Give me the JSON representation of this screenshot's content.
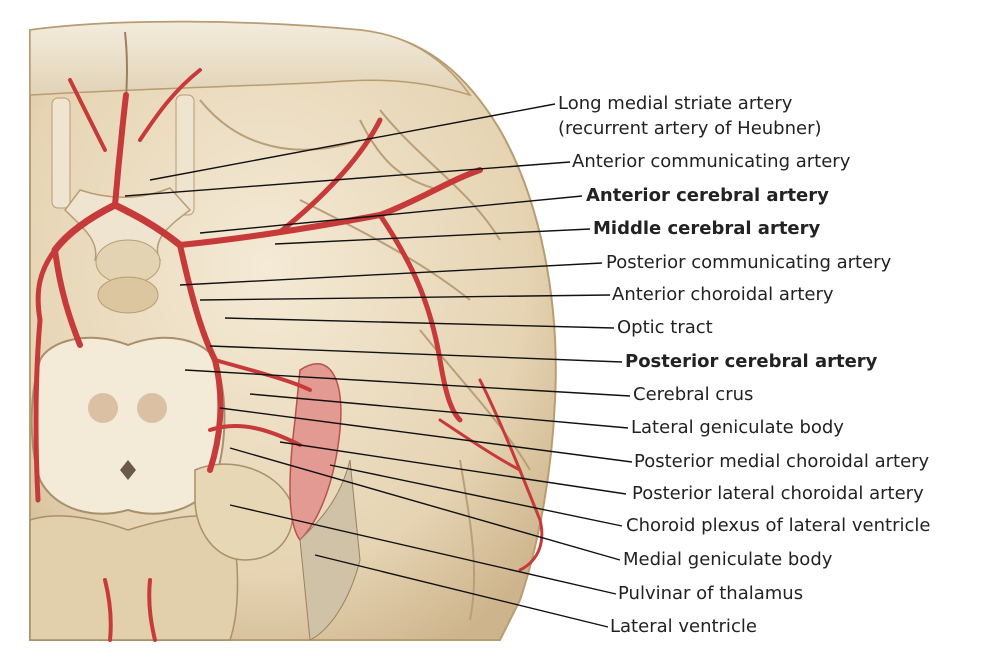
{
  "figure": {
    "background": "#ffffff",
    "tissue_color": "#e8d8bb",
    "artery_color": "#c73a3a",
    "leader_color": "#111111"
  },
  "labels": [
    {
      "id": "long-medial-striate",
      "text": "Long medial striate artery",
      "bold": false
    },
    {
      "id": "heubner",
      "text": "(recurrent artery of Heubner)",
      "bold": false
    },
    {
      "id": "anterior-communicating",
      "text": "Anterior communicating artery",
      "bold": false
    },
    {
      "id": "anterior-cerebral",
      "text": "Anterior cerebral artery",
      "bold": true
    },
    {
      "id": "middle-cerebral",
      "text": "Middle cerebral artery",
      "bold": true
    },
    {
      "id": "posterior-communicating",
      "text": "Posterior communicating artery",
      "bold": false
    },
    {
      "id": "anterior-choroidal",
      "text": "Anterior choroidal artery",
      "bold": false
    },
    {
      "id": "optic-tract",
      "text": "Optic tract",
      "bold": false
    },
    {
      "id": "posterior-cerebral",
      "text": "Posterior cerebral artery",
      "bold": true
    },
    {
      "id": "cerebral-crus",
      "text": "Cerebral crus",
      "bold": false
    },
    {
      "id": "lateral-geniculate",
      "text": "Lateral geniculate body",
      "bold": false
    },
    {
      "id": "posterior-medial-choroidal",
      "text": "Posterior medial choroidal artery",
      "bold": false
    },
    {
      "id": "posterior-lateral-choroidal",
      "text": "Posterior lateral choroidal artery",
      "bold": false
    },
    {
      "id": "choroid-plexus",
      "text": "Choroid plexus of lateral ventricle",
      "bold": false
    },
    {
      "id": "medial-geniculate",
      "text": "Medial geniculate body",
      "bold": false
    },
    {
      "id": "pulvinar",
      "text": "Pulvinar of thalamus",
      "bold": false
    },
    {
      "id": "lateral-ventricle",
      "text": "Lateral ventricle",
      "bold": false
    }
  ]
}
